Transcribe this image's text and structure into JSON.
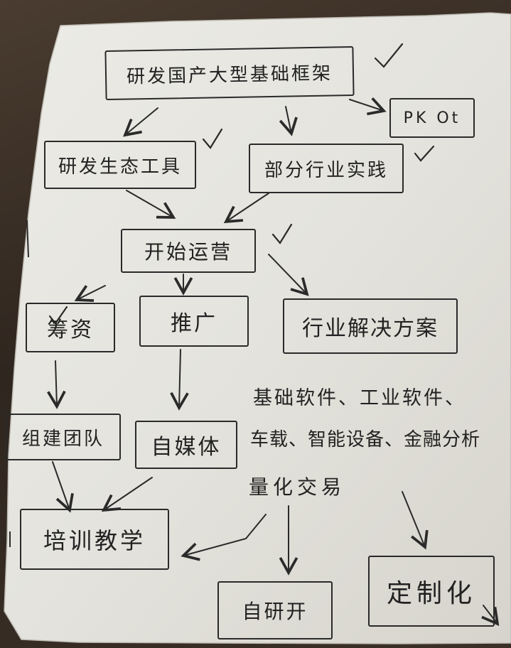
{
  "diagram": {
    "nodes": {
      "root": "研发国产大型基础框架",
      "pk": "PK Ot",
      "tools": "研发生态工具",
      "practice": "部分行业实践",
      "operate": "开始运营",
      "funding": "筹资",
      "promote": "推广",
      "solutions": "行业解决方案",
      "team": "组建团队",
      "media": "自媒体",
      "training": "培训教学",
      "selfdev": "自研开",
      "custom": "定制化"
    },
    "notes": {
      "line1": "基础软件、工业软件、",
      "line2": "车载、智能设备、金融分析",
      "line3": "量化交易"
    }
  }
}
